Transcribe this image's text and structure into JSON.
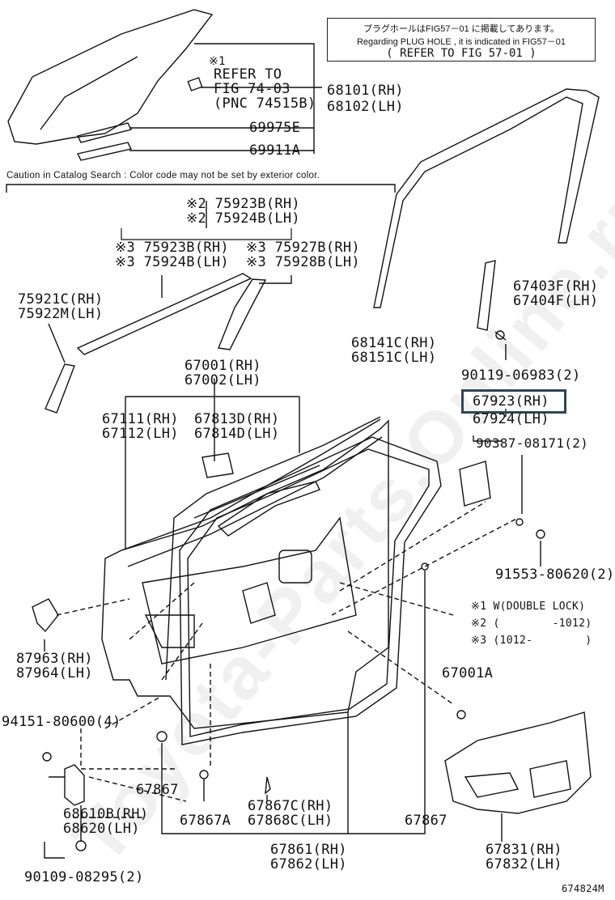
{
  "note": {
    "line_jp": "プラグホールはFIG57－01 に掲載してあります。",
    "line_en": "Regarding PLUG HOLE , it is indicated in FIG57－01",
    "line_ref": "( REFER TO FIG 57-01 )"
  },
  "refer": {
    "mark": "※1",
    "line1": "REFER TO",
    "line2": "FIG 74-03",
    "line3": "(PNC 74515B)"
  },
  "caution": "Caution in Catalog Search : Color code may not be set by exterior color.",
  "parts": {
    "p68101": "68101(RH)",
    "p68102": "68102(LH)",
    "p69975e": "69975E",
    "p69911a": "69911A",
    "p75923b_2": "※2 75923B(RH)",
    "p75924b_2": "※2 75924B(LH)",
    "p75923b_3": "※3 75923B(RH)",
    "p75924b_3": "※3 75924B(LH)",
    "p75927b": "※3 75927B(RH)",
    "p75928b": "※3 75928B(LH)",
    "p75921c": "75921C(RH)",
    "p75922m": "75922M(LH)",
    "p67001": "67001(RH)",
    "p67002": "67002(LH)",
    "p67111": "67111(RH)",
    "p67112": "67112(LH)",
    "p67813d": "67813D(RH)",
    "p67814d": "67814D(LH)",
    "p68141c": "68141C(RH)",
    "p68151c": "68151C(LH)",
    "p67403f": "67403F(RH)",
    "p67404f": "67404F(LH)",
    "p90119": "90119-06983(2)",
    "p67923": "67923(RH)",
    "p67924": "67924(LH)",
    "p90387": "90387-08171(2)",
    "p91553": "91553-80620(2)",
    "p87963": "87963(RH)",
    "p87964": "87964(LH)",
    "p67001a": "67001A",
    "p94151": "94151-80600(4)",
    "p67867_l": "67867",
    "p67867a": "67867A",
    "p67867c": "67867C(RH)",
    "p67868c": "67868C(LH)",
    "p67867_r": "67867",
    "p68610b": "68610B(RH)",
    "p68620": "68620(LH)",
    "p67861": "67861(RH)",
    "p67862": "67862(LH)",
    "p67831": "67831(RH)",
    "p67832": "67832(LH)",
    "p90109": "90109-08295(2)"
  },
  "legend": {
    "l1": "※1 W(DOUBLE LOCK)",
    "l2": "※2 (        -1012)",
    "l3": "※3 (1012-        )"
  },
  "figure_code": "674824M",
  "watermark": "Toyota-Parts.Online.ru",
  "colors": {
    "line": "#111111",
    "highlight": "#2f4553"
  }
}
